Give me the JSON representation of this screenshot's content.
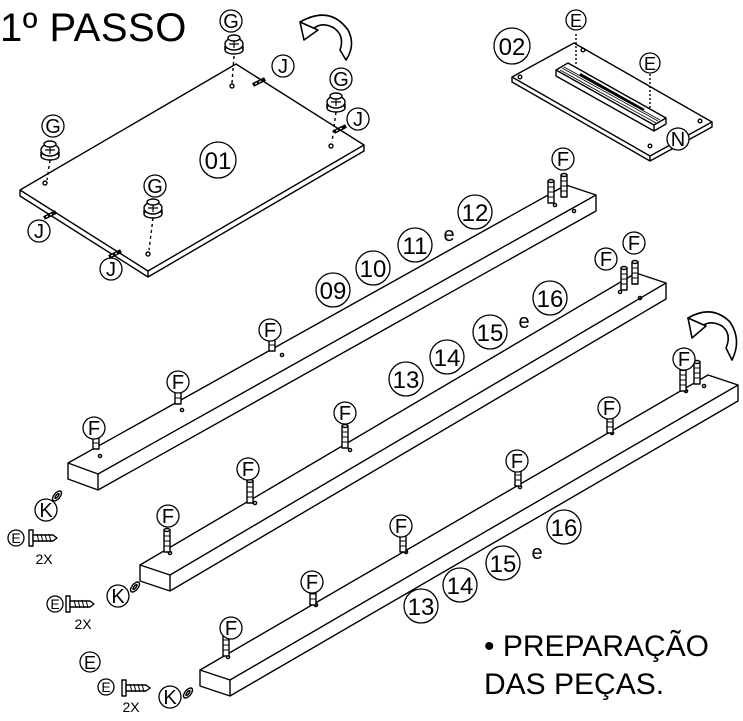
{
  "title": "1º PASSO",
  "note": {
    "bullet": "•",
    "line1": "PREPARAÇÃO",
    "line2": "DAS PEÇAS."
  },
  "connector": "e",
  "multiplier": "2X",
  "letters": {
    "G": "G",
    "J": "J",
    "E": "E",
    "N": "N",
    "F": "F",
    "K": "K"
  },
  "parts": {
    "p01": "01",
    "p02": "02",
    "p09": "09",
    "p10": "10",
    "p11": "11",
    "p12": "12",
    "p13": "13",
    "p14": "14",
    "p15": "15",
    "p16": "16"
  },
  "icons": [
    "rotate-arrow-icon",
    "cam-lock-icon",
    "wooden-dowel-icon",
    "screw-icon",
    "washer-icon",
    "drawer-rail-icon",
    "dowel-pin-icon"
  ]
}
